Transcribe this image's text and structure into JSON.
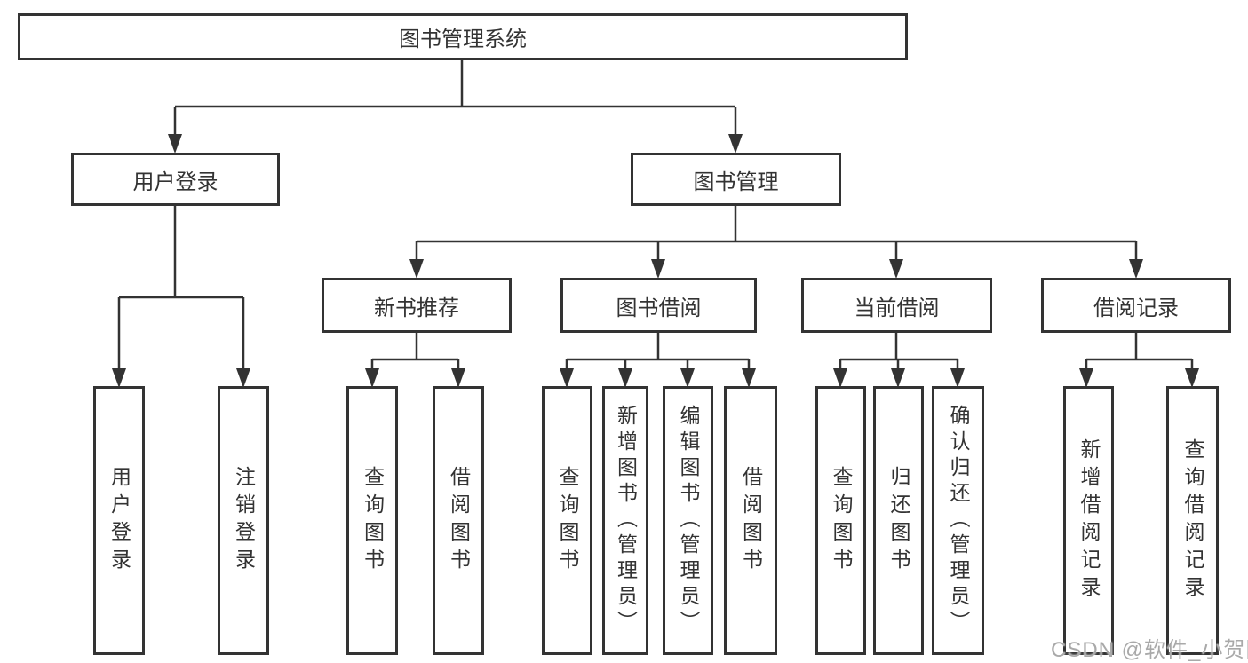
{
  "diagram": {
    "root": "图书管理系统",
    "level2": [
      "用户登录",
      "图书管理"
    ],
    "level3": [
      "新书推荐",
      "图书借阅",
      "当前借阅",
      "借阅记录"
    ],
    "leaves": {
      "user": [
        "用户登录",
        "注销登录"
      ],
      "newbook": [
        "查询图书",
        "借阅图书"
      ],
      "borrow": [
        "查询图书",
        "新增图书（管理员）",
        "编辑图书（管理员）",
        "借阅图书"
      ],
      "current": [
        "查询图书",
        "归还图书",
        "确认归还（管理员）"
      ],
      "records": [
        "新增借阅记录",
        "查询借阅记录"
      ]
    }
  },
  "watermark": "CSDN @软件_小贺同学",
  "colors": {
    "line": "#333333",
    "text": "#333333",
    "watermark": "#a9a9a9",
    "background": "#ffffff"
  }
}
